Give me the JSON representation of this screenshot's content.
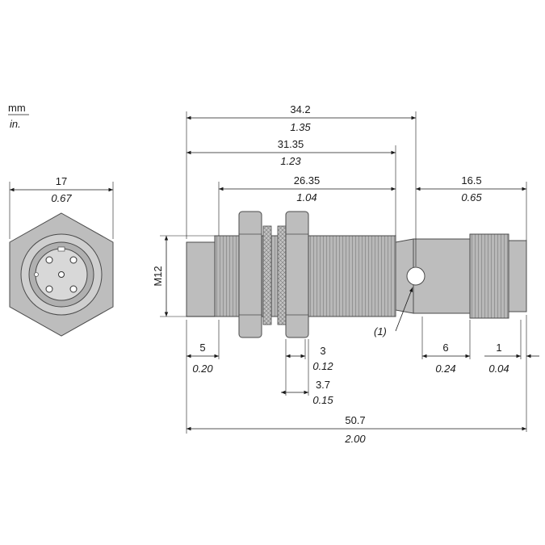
{
  "units": {
    "metric": "mm",
    "imperial": "in."
  },
  "thread_label": "M12",
  "callout": "(1)",
  "dimensions": {
    "overall_top": {
      "mm": "34.2",
      "in": "1.35"
    },
    "thread_31": {
      "mm": "31.35",
      "in": "1.23"
    },
    "thread_26": {
      "mm": "26.35",
      "in": "1.04"
    },
    "cable_end": {
      "mm": "16.5",
      "in": "0.65"
    },
    "hex_width": {
      "mm": "17",
      "in": "0.67"
    },
    "front_5": {
      "mm": "5",
      "in": "0.20"
    },
    "nut_3": {
      "mm": "3",
      "in": "0.12"
    },
    "nut_37": {
      "mm": "3.7",
      "in": "0.15"
    },
    "conn_6": {
      "mm": "6",
      "in": "0.24"
    },
    "conn_1": {
      "mm": "1",
      "in": "0.04"
    },
    "overall_total": {
      "mm": "50.7",
      "in": "2.00"
    }
  },
  "colors": {
    "body": "#bdbdbd",
    "outline": "#4a4a4a",
    "line": "#1a1a1a"
  }
}
